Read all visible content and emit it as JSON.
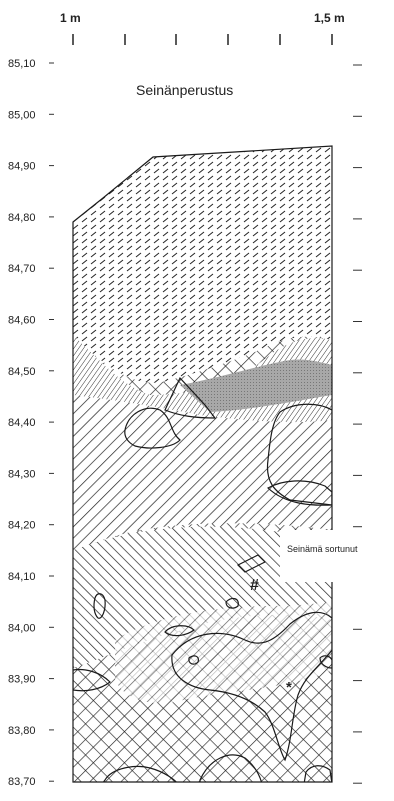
{
  "figure": {
    "scale_labels": [
      "1 m",
      "1,5 m"
    ],
    "levels": [
      "85,10",
      "85,00",
      "84,90",
      "84,80",
      "84,70",
      "84,60",
      "84,50",
      "84,40",
      "84,30",
      "84,20",
      "84,10",
      "84,00",
      "83,90",
      "83,80",
      "83,70"
    ],
    "title": "Seinänperustus",
    "annotation": "Seinämä sortunut",
    "markers": [
      "#",
      "*"
    ]
  }
}
